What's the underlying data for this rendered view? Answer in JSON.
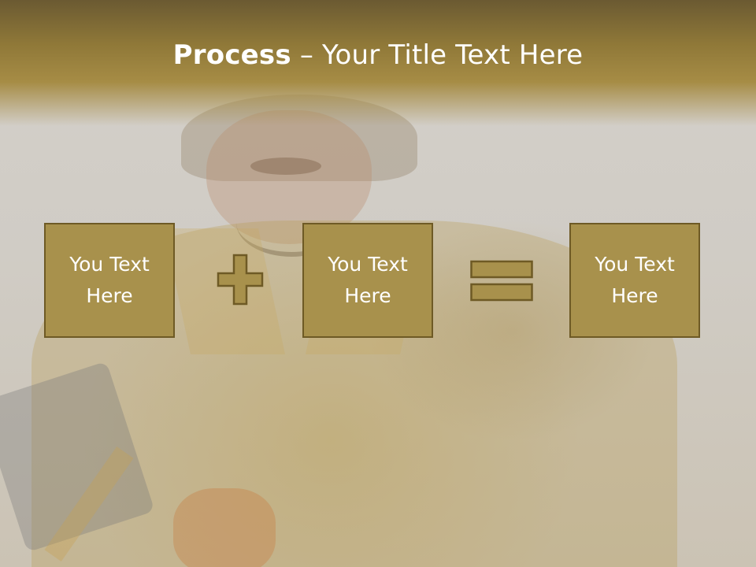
{
  "title": {
    "bold": "Process",
    "dash": " – ",
    "rest": "Your Title Text Here"
  },
  "boxes": [
    {
      "line1": "You Text",
      "line2": "Here"
    },
    {
      "line1": "You Text",
      "line2": "Here"
    },
    {
      "line1": "You Text",
      "line2": "Here"
    }
  ],
  "operators": {
    "first": "plus-icon",
    "second": "equals-icon"
  },
  "colors": {
    "header": "#a68c45",
    "box_fill": "#a8914c",
    "box_border": "#6e5a25",
    "text": "#ffffff"
  }
}
